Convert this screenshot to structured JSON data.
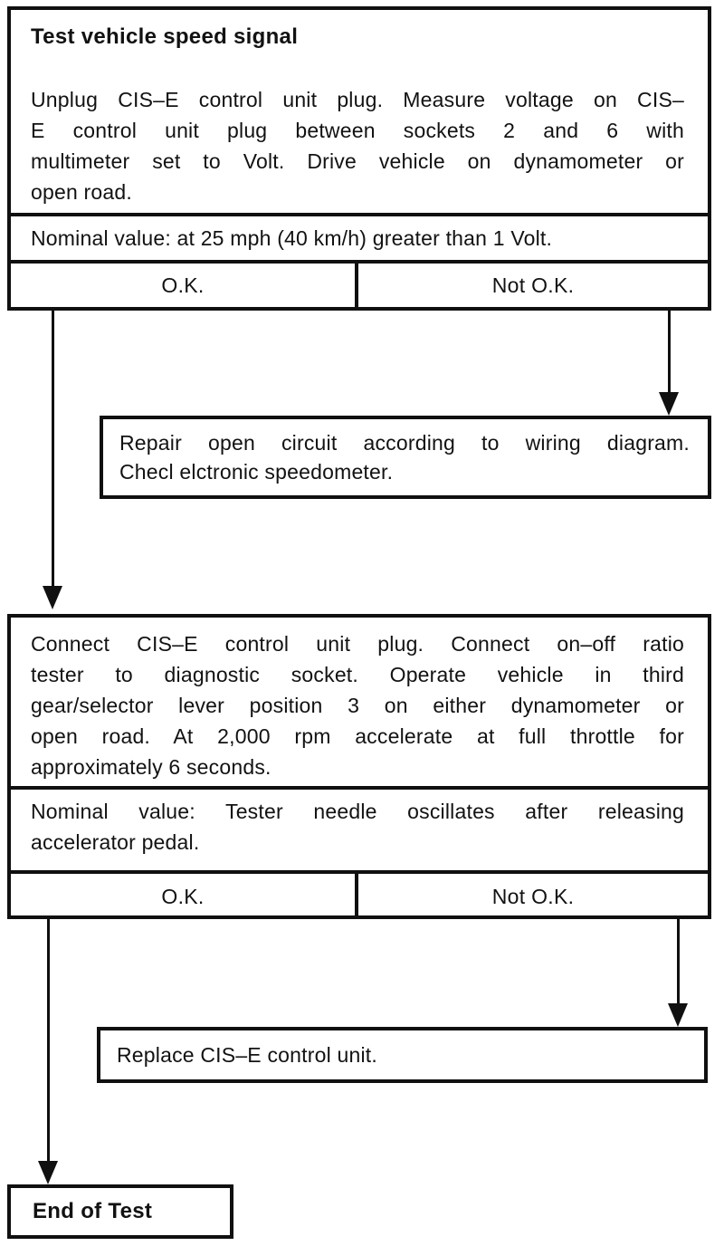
{
  "ink": "#101010",
  "background": "#ffffff",
  "step1": {
    "title": "Test vehicle speed signal",
    "body_lines": [
      "Unplug CIS–E control unit plug. Measure voltage on CIS–",
      "E control unit plug between sockets 2 and 6 with",
      "multimeter set to Volt.  Drive vehicle on dynamometer or",
      "open road."
    ],
    "nominal": "Nominal value:  at 25 mph (40 km/h) greater than 1 Volt.",
    "ok_label": "O.K.",
    "not_ok_label": "Not O.K."
  },
  "repair_box": {
    "lines": [
      "Repair open circuit according to wiring diagram.",
      "Checl elctronic speedometer."
    ]
  },
  "step2": {
    "body_lines": [
      "Connect CIS–E control unit plug. Connect on–off ratio",
      "tester to diagnostic socket. Operate vehicle in third",
      "gear/selector lever position 3 on either dynamometer or",
      "open road. At 2,000 rpm accelerate at full throttle for",
      "approximately 6 seconds."
    ],
    "nominal_lines": [
      "Nominal value:  Tester needle oscillates after releasing",
      "accelerator pedal."
    ],
    "ok_label": "O.K.",
    "not_ok_label": "Not O.K."
  },
  "replace_box": {
    "text": "Replace CIS–E control unit."
  },
  "end_box": {
    "text": "End of Test"
  }
}
